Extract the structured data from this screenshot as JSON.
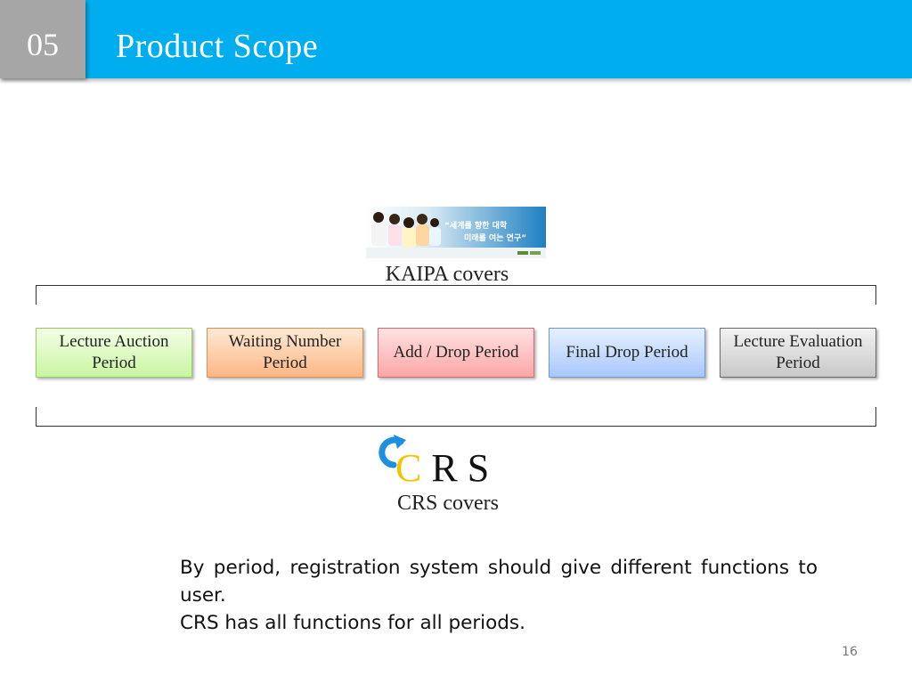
{
  "slide": {
    "number": "05",
    "title": "Product Scope",
    "page": "16"
  },
  "colors": {
    "header": "#00aeef",
    "number_box": "#a6a6a6",
    "crs_c": "#f5c400",
    "arrow": "#1e90e0"
  },
  "kaipa": {
    "banner_text_line1": "“세계를 향한 대학",
    "banner_text_line2": "미래를 여는 연구”",
    "label": "KAIPA covers"
  },
  "periods": [
    {
      "label": "Lecture Auction Period",
      "color": "green"
    },
    {
      "label": "Waiting Number Period",
      "color": "orange"
    },
    {
      "label": "Add / Drop Period",
      "color": "red"
    },
    {
      "label": "Final Drop Period",
      "color": "blue"
    },
    {
      "label": "Lecture Evaluation Period",
      "color": "gray"
    }
  ],
  "crs": {
    "logo_c": "C",
    "logo_rest": "R S",
    "label": "CRS covers"
  },
  "body": {
    "line1": "By period, registration system should give different functions to user.",
    "line2": "CRS has all functions for all periods."
  }
}
